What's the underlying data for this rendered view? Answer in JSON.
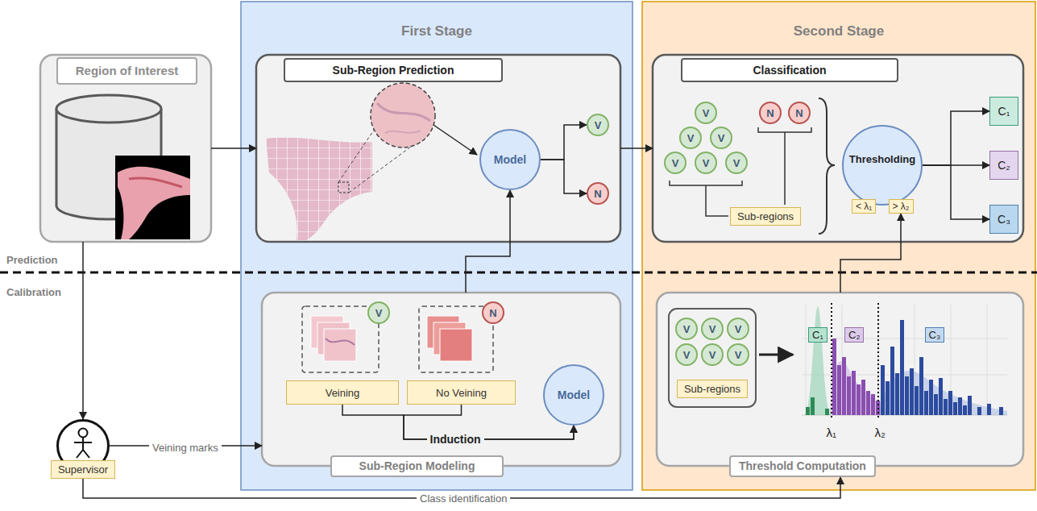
{
  "diagram": {
    "nodes": [
      {
        "text": [
          "First Stage"
        ]
      },
      {
        "text": [
          "Second Stage"
        ]
      },
      {
        "text": [
          "Region of Interest"
        ]
      },
      {
        "text": [
          "Sub-Region Prediction"
        ],
        "in": 0
      },
      {
        "text": [
          "Model"
        ],
        "in": 3
      },
      {
        "text": [
          "V"
        ],
        "in": 3
      },
      {
        "text": [
          "N"
        ],
        "in": 3
      },
      {
        "text": [
          "Classification"
        ],
        "in": 1
      },
      {
        "text": [
          "V"
        ],
        "in": 7
      },
      {
        "text": [
          "V"
        ],
        "in": 7
      },
      {
        "text": [
          "V"
        ],
        "in": 7
      },
      {
        "text": [
          "V"
        ],
        "in": 7
      },
      {
        "text": [
          "V"
        ],
        "in": 7
      },
      {
        "text": [
          "V"
        ],
        "in": 7
      },
      {
        "text": [
          "N"
        ],
        "in": 7
      },
      {
        "text": [
          "N"
        ],
        "in": 7
      },
      {
        "text": [
          "Sub-regions"
        ],
        "in": 7
      },
      {
        "text": [
          "Thresholding"
        ],
        "in": 7
      },
      {
        "text": [
          "< λ₁"
        ],
        "in": 17
      },
      {
        "text": [
          "> λ₂"
        ],
        "in": 17
      },
      {
        "text": [
          "C₁"
        ],
        "in": 7
      },
      {
        "text": [
          "C₂"
        ],
        "in": 7
      },
      {
        "text": [
          "C₃"
        ],
        "in": 7
      },
      {
        "text": [
          "Supervisor"
        ]
      },
      {
        "text": [
          "Sub-Region Modeling"
        ],
        "in": 0
      },
      {
        "text": [
          "V"
        ],
        "in": 24
      },
      {
        "text": [
          "N"
        ],
        "in": 24
      },
      {
        "text": [
          "Veining"
        ],
        "in": 24
      },
      {
        "text": [
          "No Veining"
        ],
        "in": 24
      },
      {
        "text": [
          "Model"
        ],
        "in": 24
      },
      {
        "text": [
          "Threshold Computation"
        ],
        "in": 1
      },
      {
        "text": [
          "Sub-regions"
        ],
        "in": 30
      },
      {
        "text": [
          "V"
        ],
        "in": 31
      },
      {
        "text": [
          "V"
        ],
        "in": 31
      },
      {
        "text": [
          "V"
        ],
        "in": 31
      },
      {
        "text": [
          "V"
        ],
        "in": 31
      },
      {
        "text": [
          "V"
        ],
        "in": 31
      },
      {
        "text": [
          "V"
        ],
        "in": 31
      },
      {
        "text": [
          "C₁"
        ],
        "in": 30
      },
      {
        "text": [
          "C₂"
        ],
        "in": 30
      },
      {
        "text": [
          "C₃"
        ],
        "in": 30
      }
    ],
    "edges": [
      {
        "from": 2,
        "to": 3,
        "arrow": "to"
      },
      {
        "from": 3,
        "to": 7,
        "arrow": "to"
      },
      {
        "from": 4,
        "to": 5,
        "arrow": "to"
      },
      {
        "from": 4,
        "to": 6,
        "arrow": "to"
      },
      {
        "from": 2,
        "to": 23,
        "arrow": "to"
      },
      {
        "from": 23,
        "to": 24,
        "label": "Veining marks",
        "arrow": "to"
      },
      {
        "from": 23,
        "to": 30,
        "label": "Class identification",
        "arrow": "to"
      },
      {
        "from": 24,
        "to": 4,
        "arrow": "to"
      },
      {
        "from": 30,
        "to": 19,
        "arrow": "to"
      },
      {
        "from": 17,
        "to": 20,
        "arrow": "to"
      },
      {
        "from": 17,
        "to": 21,
        "arrow": "to"
      },
      {
        "from": 17,
        "to": 22,
        "arrow": "to"
      },
      {
        "from": 27,
        "to": 29,
        "label": "Induction",
        "arrow": "to"
      },
      {
        "from": 28,
        "to": 29,
        "arrow": "to"
      }
    ],
    "labels": [
      "Prediction",
      "Calibration",
      "λ₁",
      "λ₂"
    ]
  }
}
